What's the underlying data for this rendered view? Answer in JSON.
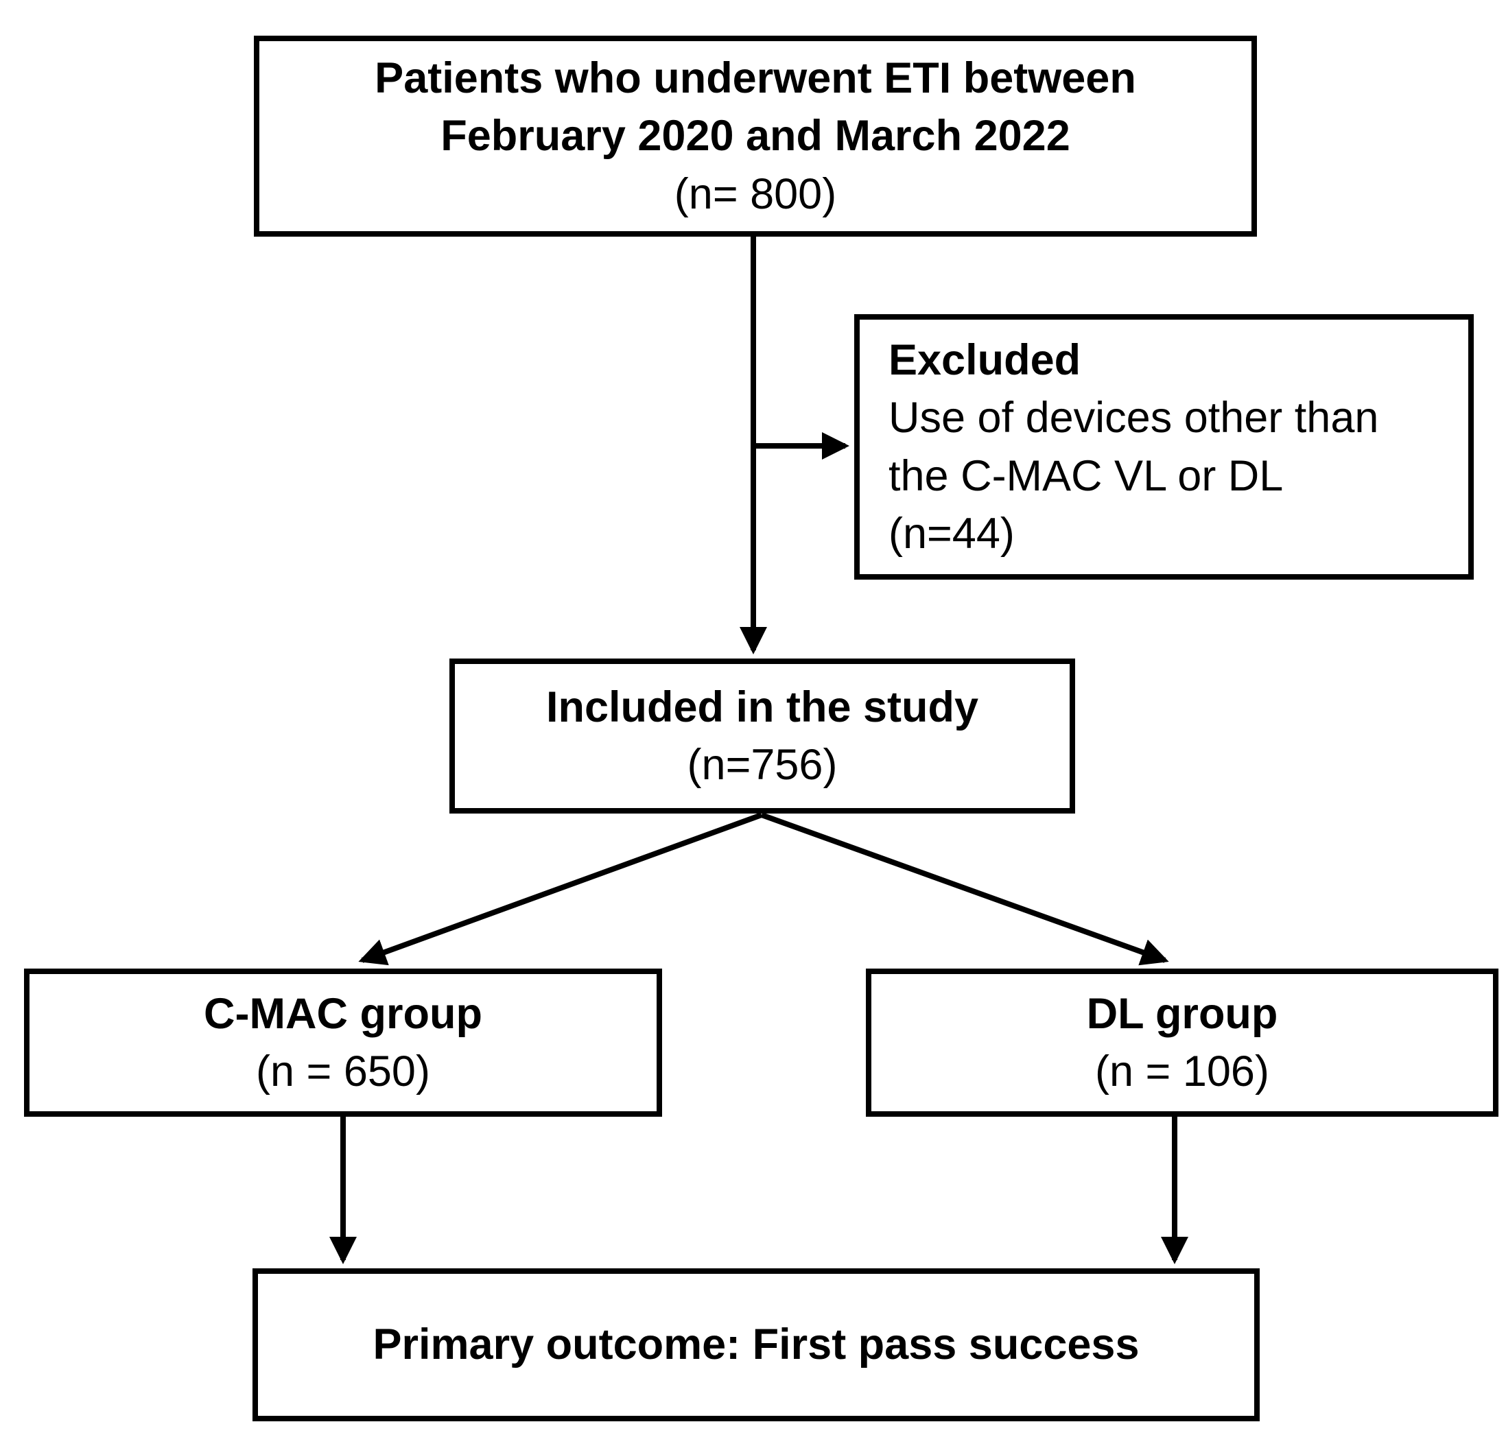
{
  "figure": {
    "type": "patient-flow-diagram",
    "background_color": "#ffffff",
    "line_color": "#000000"
  },
  "boxes": {
    "enrollment": {
      "line1": "Patients who underwent ETI between",
      "line2": "February 2020 and March 2022",
      "n_label": "(n= 800)"
    },
    "excluded": {
      "title": "Excluded",
      "reason_line1": "Use of devices other than",
      "reason_line2": "the C-MAC VL or DL",
      "n_label": "(n=44)"
    },
    "included": {
      "title": "Included in the study",
      "n_label": "(n=756)"
    },
    "cmac_group": {
      "title": "C-MAC group",
      "n_label": "(n = 650)"
    },
    "dl_group": {
      "title": "DL group",
      "n_label": "(n = 106)"
    },
    "outcome": {
      "title": "Primary outcome: First pass success"
    }
  }
}
